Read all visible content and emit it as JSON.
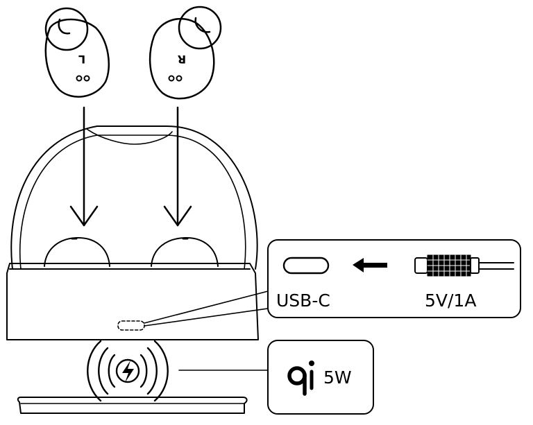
{
  "earbuds": {
    "left": {
      "mark": "L"
    },
    "right": {
      "mark": "R"
    }
  },
  "usb_callout": {
    "port_label": "USB-C",
    "power_label": "5V/1A"
  },
  "wireless_callout": {
    "power_label": "5W",
    "qi_logo": "qi-logo"
  },
  "icons": [
    "lightning-icon",
    "arrow-left-icon",
    "down-arrow-icon",
    "usb-c-plug-icon"
  ]
}
